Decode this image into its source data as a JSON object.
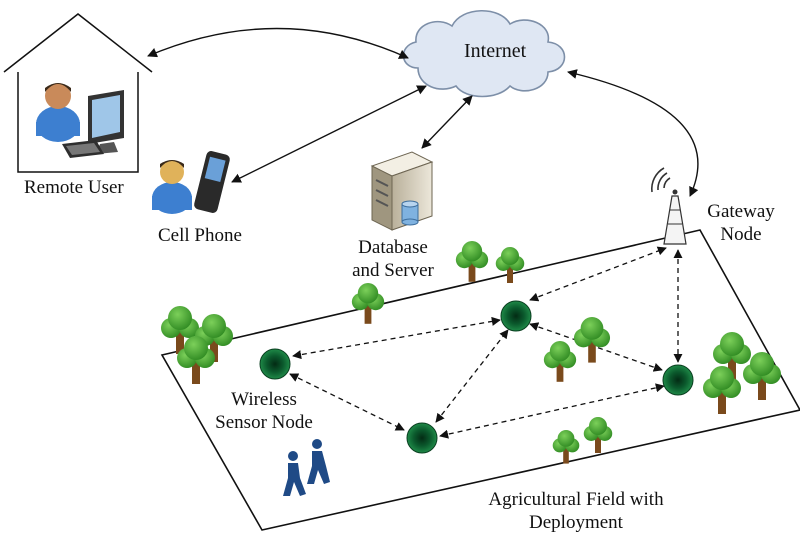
{
  "labels": {
    "internet": "Internet",
    "remote_user": "Remote User",
    "cell_phone": "Cell Phone",
    "database_line1": "Database",
    "database_line2": "and Server",
    "gateway_line1": "Gateway",
    "gateway_line2": "Node",
    "wsn_line1": "Wireless",
    "wsn_line2": "Sensor Node",
    "field_line1": "Agricultural Field with",
    "field_line2": "Deployment"
  },
  "icons": [
    "house-icon",
    "user-icon",
    "computer-monitor-icon",
    "keyboard-icon",
    "cell-phone-icon",
    "cloud-icon",
    "server-icon",
    "database-icon",
    "antenna-tower-icon",
    "signal-waves-icon",
    "sensor-node-icon",
    "tree-icon",
    "walking-people-icon"
  ],
  "colors": {
    "cloud_fill": "#dfe7f3",
    "cloud_stroke": "#7d8fa8",
    "node_fill": "#0b6b36",
    "node_core": "#032b14",
    "tree_green": "#3d9a2b",
    "tree_trunk": "#7a4a1c",
    "people": "#1f4a86",
    "phone_body": "#2a2a2a"
  }
}
